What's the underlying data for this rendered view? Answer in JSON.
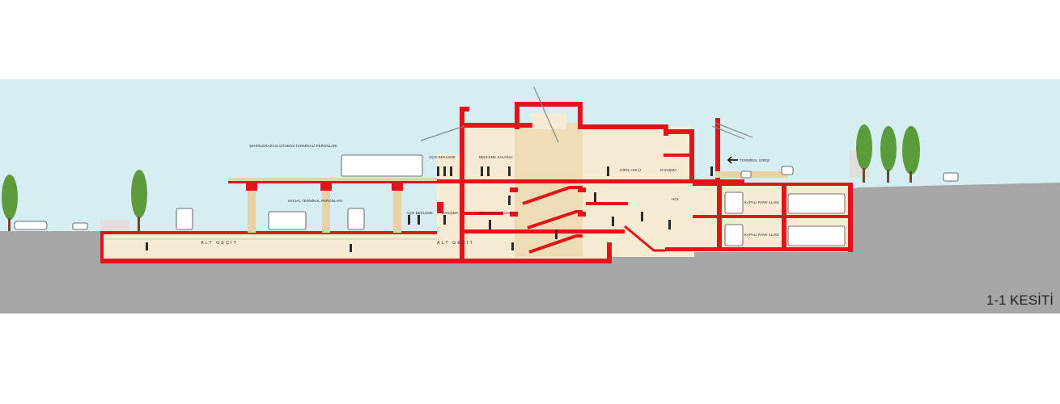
{
  "drawing": {
    "title": "1-1 KESİTİ",
    "colors": {
      "sky": "#d6edf2",
      "ground": "#a6a6a6",
      "wall": "#e2131b",
      "interior": "#f7ecd3",
      "column": "#e8d3a6",
      "tree": "#5c9b3c"
    },
    "labels": {
      "intercity_platforms": "ŞEHİRLERARASI OTOBÜS TERMİNALİ PERONLARI",
      "open_boarding_top": "AÇIK BEKLEME",
      "waiting_hall_top": "BEKLEME SALONU",
      "entrance_hall": "GİRİŞ HOLÜ",
      "management": "DANIŞMA",
      "terminal_entrance": "TERMİNAL GİRİŞİ",
      "rural_platforms": "KIRSAL  TERMİNAL  PERONLARI",
      "open_boarding_low": "AÇIK BEKLEME",
      "info": "DANIŞMA",
      "waiting_hall_low": "BEKLEME SALONU",
      "hall": "HOL",
      "parking_upper": "KAPALI PARK ALANI",
      "parking_lower": "KAPALI PARK ALANI",
      "underpass_left": "ALT GEÇİT",
      "underpass_right": "ALT GEÇİT"
    }
  }
}
